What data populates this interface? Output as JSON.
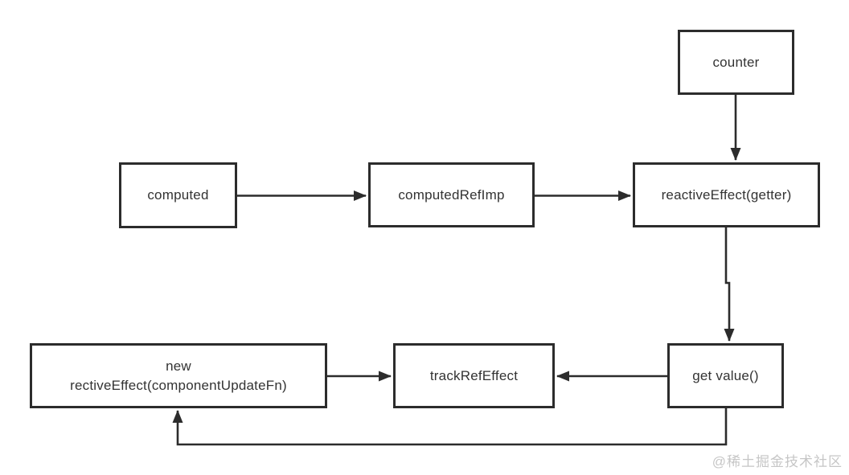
{
  "diagram": {
    "nodes": {
      "counter": {
        "label": "counter"
      },
      "computed": {
        "label": "computed"
      },
      "computedRefImp": {
        "label": "computedRefImp"
      },
      "reactiveEffectGetter": {
        "label": "reactiveEffect(getter)"
      },
      "newReactiveEffect": {
        "lines": [
          "new",
          "rectiveEffect(componentUpdateFn)"
        ]
      },
      "trackRefEffect": {
        "label": "trackRefEffect"
      },
      "getValue": {
        "label": "get value()"
      }
    },
    "edges": [
      {
        "from": "counter",
        "to": "reactiveEffectGetter",
        "direction": "down"
      },
      {
        "from": "computed",
        "to": "computedRefImp",
        "direction": "right"
      },
      {
        "from": "computedRefImp",
        "to": "reactiveEffectGetter",
        "direction": "right"
      },
      {
        "from": "reactiveEffectGetter",
        "to": "getValue",
        "direction": "down"
      },
      {
        "from": "getValue",
        "to": "trackRefEffect",
        "direction": "left"
      },
      {
        "from": "newReactiveEffect",
        "to": "trackRefEffect",
        "direction": "right"
      },
      {
        "from": "getValue",
        "to": "newReactiveEffect",
        "direction": "down-left-up-loop"
      }
    ],
    "colors": {
      "line": "#2c2c2c",
      "text": "#333333",
      "box_background": "#ffffff"
    }
  },
  "watermark": {
    "text": "@稀土掘金技术社区",
    "color": "#c6c6c6"
  }
}
